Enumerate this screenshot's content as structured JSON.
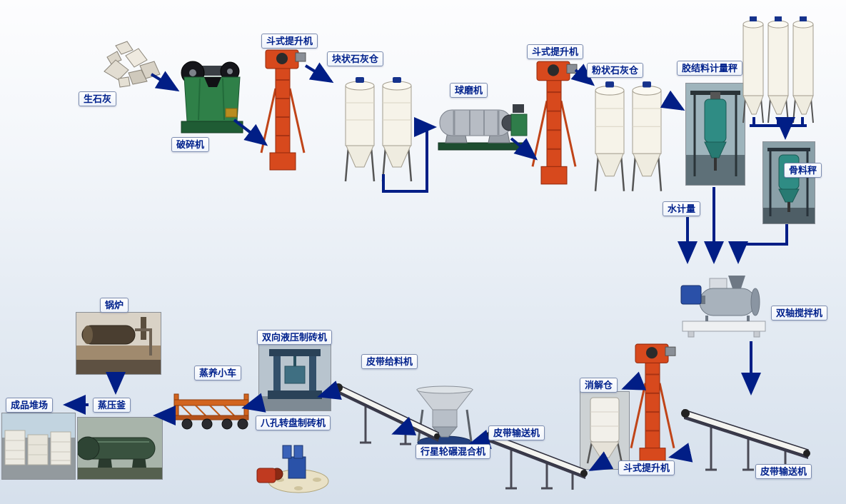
{
  "diagram_type": "process-flow",
  "colors": {
    "arrow": "#011e86",
    "label_text": "#00218c",
    "label_border": "#7d8db0",
    "label_bg": "#ffffff",
    "elevator_red": "#d7491d",
    "machine_green": "#2f8048",
    "silo_cream": "#f6f3e9"
  },
  "nodes": [
    {
      "id": "quicklime",
      "label": "生石灰"
    },
    {
      "id": "crusher",
      "label": "破碎机"
    },
    {
      "id": "bucket-elevator-1",
      "label": "斗式提升机"
    },
    {
      "id": "lump-lime-silo",
      "label": "块状石灰仓"
    },
    {
      "id": "ball-mill",
      "label": "球磨机"
    },
    {
      "id": "bucket-elevator-2",
      "label": "斗式提升机"
    },
    {
      "id": "powder-lime-silo",
      "label": "粉状石灰仓"
    },
    {
      "id": "binder-scale",
      "label": "胶结料计量秤"
    },
    {
      "id": "aggregate-scale",
      "label": "骨料秤"
    },
    {
      "id": "water-meter",
      "label": "水计量"
    },
    {
      "id": "twin-shaft-mixer",
      "label": "双轴搅拌机"
    },
    {
      "id": "belt-conveyor-right",
      "label": "皮带输送机"
    },
    {
      "id": "bucket-elevator-3",
      "label": "斗式提升机"
    },
    {
      "id": "slaking-bin",
      "label": "消解仓"
    },
    {
      "id": "belt-conveyor-mid",
      "label": "皮带输送机"
    },
    {
      "id": "planetary-mixer",
      "label": "行星轮碾混合机"
    },
    {
      "id": "belt-feeder",
      "label": "皮带给料机"
    },
    {
      "id": "hydraulic-brick-machine",
      "label": "双向液压制砖机"
    },
    {
      "id": "rotary-brick-machine",
      "label": "八孔转盘制砖机"
    },
    {
      "id": "curing-trolley",
      "label": "蒸养小车"
    },
    {
      "id": "autoclave",
      "label": "蒸压釜"
    },
    {
      "id": "boiler",
      "label": "锅炉"
    },
    {
      "id": "product-yard",
      "label": "成品堆场"
    }
  ],
  "flow": [
    {
      "from": "quicklime",
      "to": "crusher"
    },
    {
      "from": "crusher",
      "to": "bucket-elevator-1"
    },
    {
      "from": "bucket-elevator-1",
      "to": "lump-lime-silo"
    },
    {
      "from": "lump-lime-silo",
      "to": "ball-mill"
    },
    {
      "from": "ball-mill",
      "to": "bucket-elevator-2"
    },
    {
      "from": "bucket-elevator-2",
      "to": "powder-lime-silo"
    },
    {
      "from": "powder-lime-silo",
      "to": "binder-scale"
    },
    {
      "from": "storage-silos",
      "to": "aggregate-scale"
    },
    {
      "from": "binder-scale",
      "to": "twin-shaft-mixer"
    },
    {
      "from": "aggregate-scale",
      "to": "twin-shaft-mixer"
    },
    {
      "from": "water-meter",
      "to": "twin-shaft-mixer"
    },
    {
      "from": "twin-shaft-mixer",
      "to": "belt-conveyor-right"
    },
    {
      "from": "belt-conveyor-right",
      "to": "bucket-elevator-3"
    },
    {
      "from": "bucket-elevator-3",
      "to": "slaking-bin"
    },
    {
      "from": "slaking-bin",
      "to": "belt-conveyor-mid"
    },
    {
      "from": "belt-conveyor-mid",
      "to": "planetary-mixer"
    },
    {
      "from": "planetary-mixer",
      "to": "belt-feeder"
    },
    {
      "from": "belt-feeder",
      "to": "hydraulic-brick-machine"
    },
    {
      "from": "hydraulic-brick-machine",
      "to": "curing-trolley"
    },
    {
      "from": "curing-trolley",
      "to": "autoclave"
    },
    {
      "from": "boiler",
      "to": "autoclave"
    },
    {
      "from": "autoclave",
      "to": "product-yard"
    }
  ]
}
